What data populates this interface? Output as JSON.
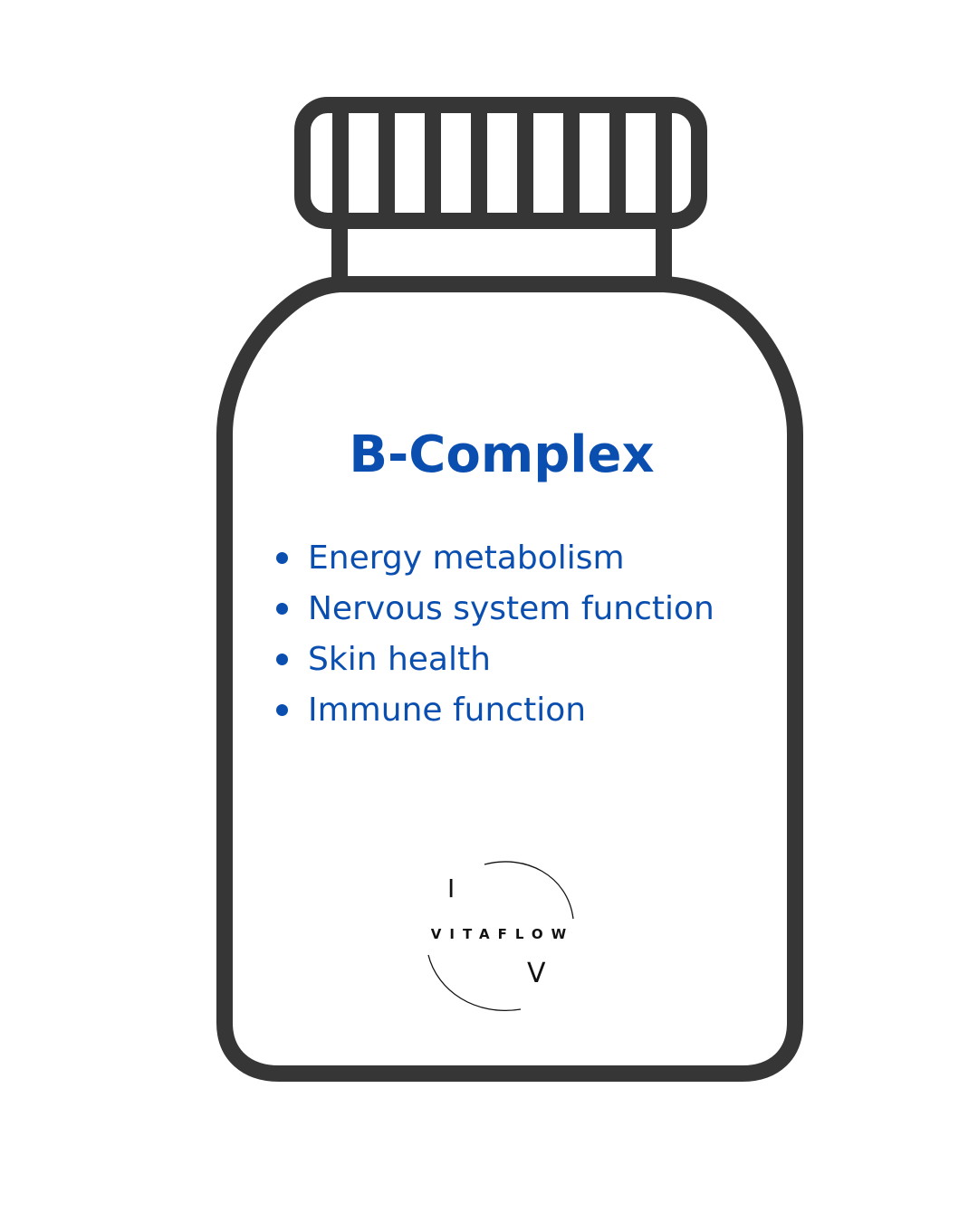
{
  "product": {
    "title": "B-Complex",
    "benefits": [
      "Energy metabolism",
      "Nervous system function",
      "Skin health",
      "Immune function"
    ]
  },
  "brand": {
    "name": "VITAFLOW",
    "mark_top": "I",
    "mark_bottom": "V"
  },
  "colors": {
    "outline": "#363636",
    "accent": "#0a4fb0",
    "background": "#ffffff"
  },
  "icons": {
    "bottle": "supplement-bottle-icon"
  }
}
